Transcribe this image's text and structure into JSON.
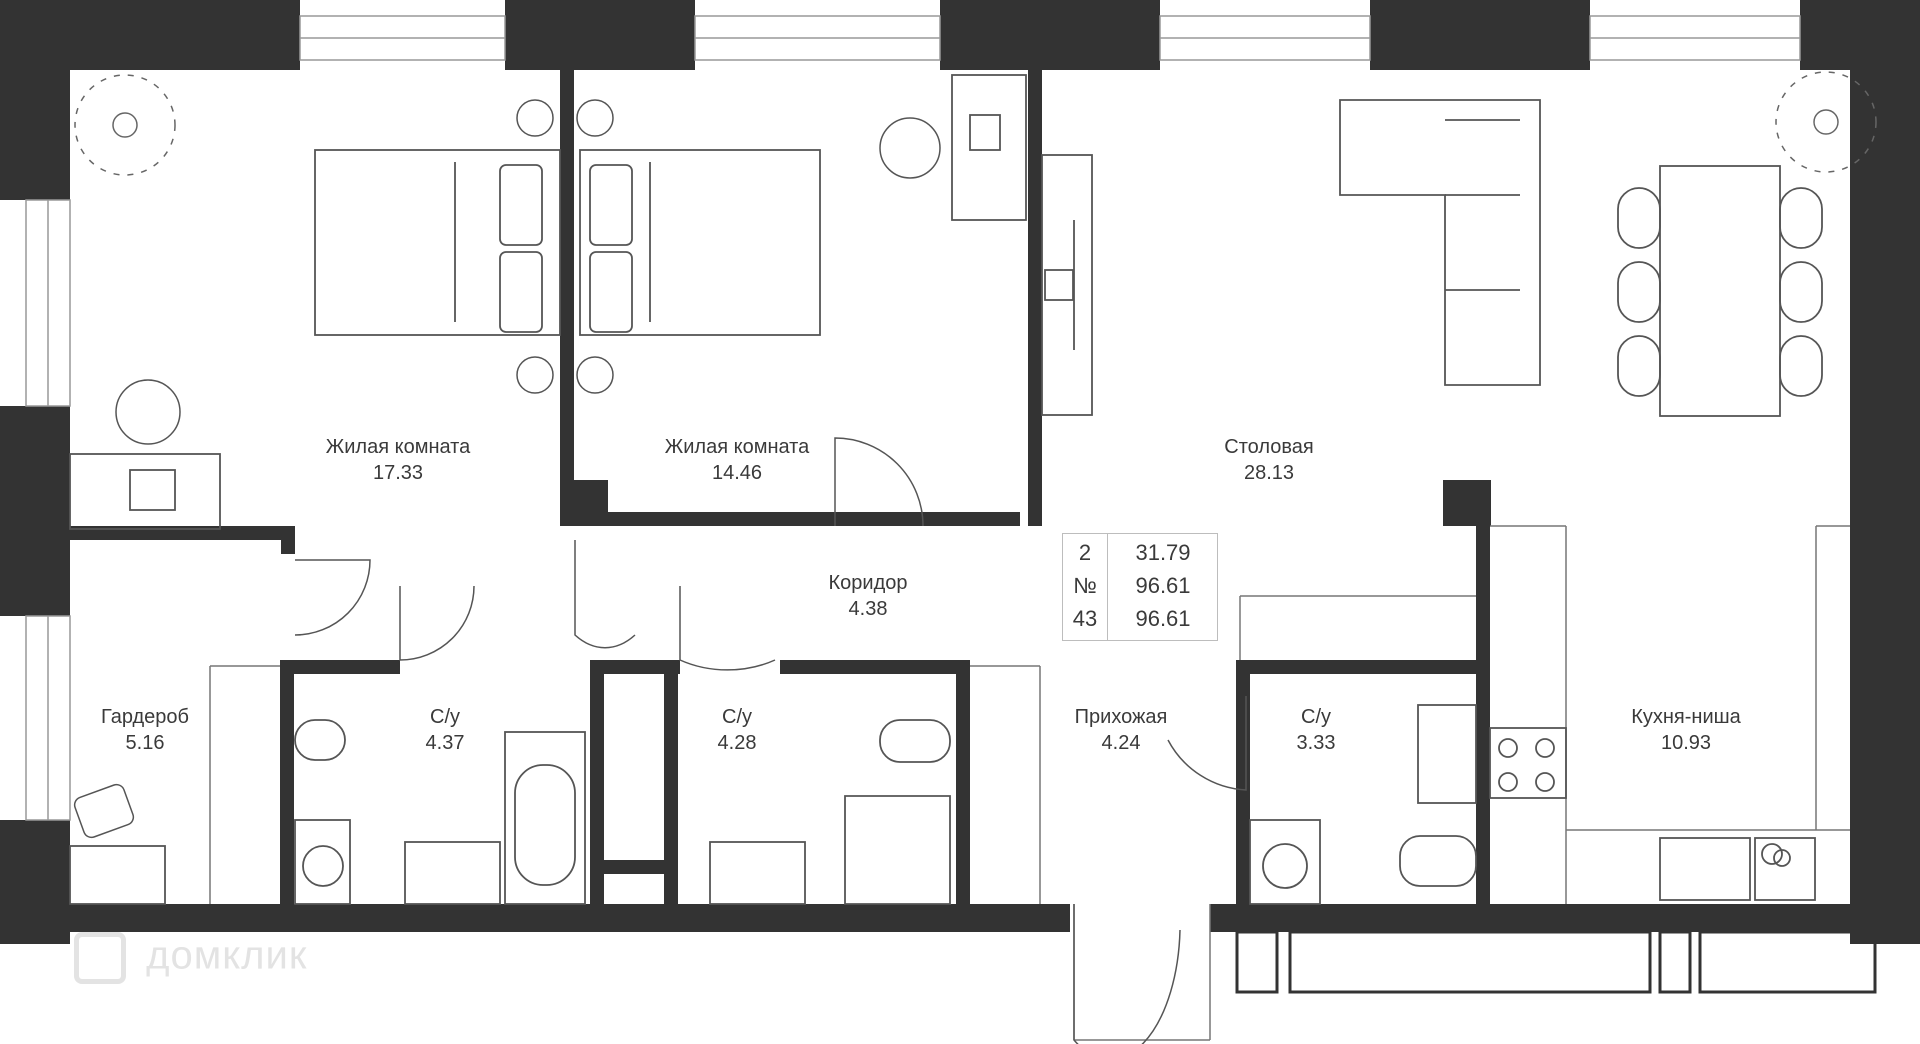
{
  "rooms": [
    {
      "name": "Жилая комната",
      "area": "17.33"
    },
    {
      "name": "Жилая комната",
      "area": "14.46"
    },
    {
      "name": "Столовая",
      "area": "28.13"
    },
    {
      "name": "Коридор",
      "area": "4.38"
    },
    {
      "name": "Гардероб",
      "area": "5.16"
    },
    {
      "name": "С/у",
      "area": "4.37"
    },
    {
      "name": "С/у",
      "area": "4.28"
    },
    {
      "name": "Прихожая",
      "area": "4.24"
    },
    {
      "name": "С/у",
      "area": "3.33"
    },
    {
      "name": "Кухня-ниша",
      "area": "10.93"
    }
  ],
  "info": {
    "rows": [
      {
        "left": "2",
        "right": "31.79"
      },
      {
        "left": "№",
        "right": "96.61"
      },
      {
        "left": "43",
        "right": "96.61"
      }
    ]
  },
  "watermark": {
    "text": "домклик"
  },
  "colors": {
    "wall": "#333333",
    "line": "#555555",
    "text": "#3a3a3a"
  }
}
